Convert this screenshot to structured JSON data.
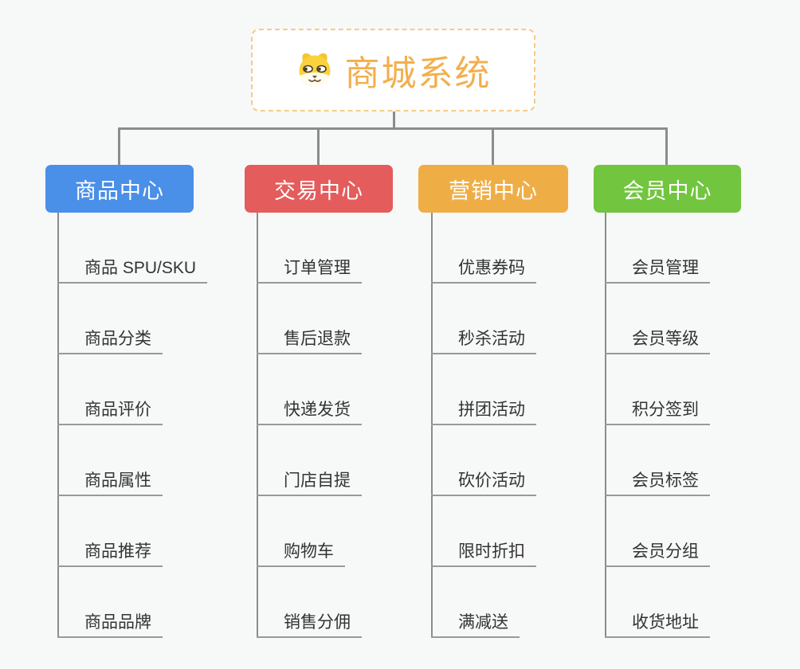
{
  "root": {
    "title": "商城系统",
    "icon": "dog-face-icon",
    "accent_color": "#F2AF4D",
    "border_color": "#F7CA85"
  },
  "branches": [
    {
      "label": "商品中心",
      "color": "#4A8FE8",
      "items": [
        "商品 SPU/SKU",
        "商品分类",
        "商品评价",
        "商品属性",
        "商品推荐",
        "商品品牌"
      ]
    },
    {
      "label": "交易中心",
      "color": "#E45C5C",
      "items": [
        "订单管理",
        "售后退款",
        "快递发货",
        "门店自提",
        "购物车",
        "销售分佣"
      ]
    },
    {
      "label": "营销中心",
      "color": "#EFAE45",
      "items": [
        "优惠券码",
        "秒杀活动",
        "拼团活动",
        "砍价活动",
        "限时折扣",
        "满减送"
      ]
    },
    {
      "label": "会员中心",
      "color": "#72C53E",
      "items": [
        "会员管理",
        "会员等级",
        "积分签到",
        "会员标签",
        "会员分组",
        "收货地址"
      ]
    }
  ],
  "style": {
    "background": "#F7F8F8",
    "connector_line_color": "#8C8C8C",
    "underline_color": "#999999",
    "leaf_text_color": "#333333"
  }
}
